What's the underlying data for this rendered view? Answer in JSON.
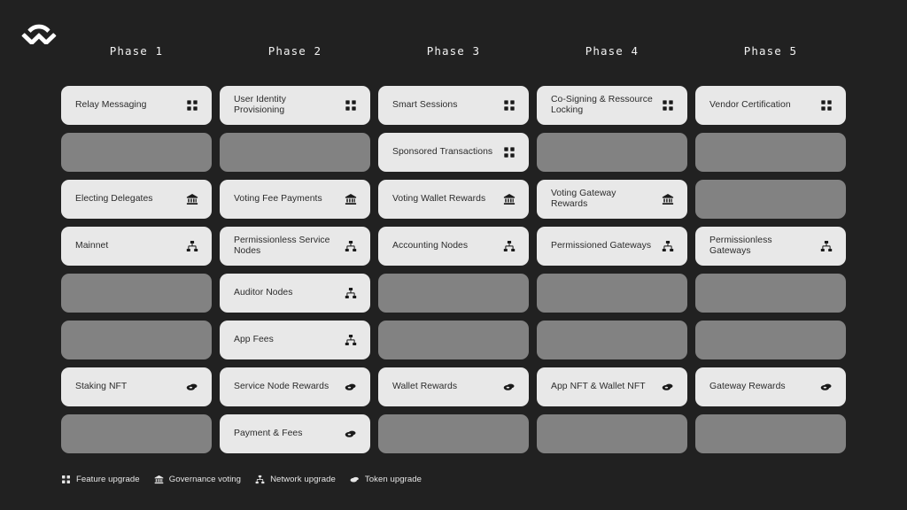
{
  "brand": {
    "logo_icon": "walletconnect-wave-logo"
  },
  "colors": {
    "background": "#212121",
    "card_filled": "#e8e8e8",
    "card_empty": "#828282",
    "card_text": "#2b2b2b",
    "header_text": "#f2f2f2",
    "legend_text": "#e6e6e6"
  },
  "phases": [
    {
      "label": "Phase 1"
    },
    {
      "label": "Phase 2"
    },
    {
      "label": "Phase 3"
    },
    {
      "label": "Phase 4"
    },
    {
      "label": "Phase 5"
    }
  ],
  "legend": [
    {
      "icon": "feature-grid-icon",
      "label": "Feature upgrade",
      "type": "feature"
    },
    {
      "icon": "governance-bank-icon",
      "label": "Governance voting",
      "type": "governance"
    },
    {
      "icon": "network-tree-icon",
      "label": "Network upgrade",
      "type": "network"
    },
    {
      "icon": "token-coins-icon",
      "label": "Token upgrade",
      "type": "token"
    }
  ],
  "grid": {
    "rows": 8,
    "columns": 5,
    "cells": [
      {
        "row": 1,
        "col": 1,
        "label": "Relay Messaging",
        "type": "feature",
        "filled": true
      },
      {
        "row": 1,
        "col": 2,
        "label": "User Identity Provisioning",
        "type": "feature",
        "filled": true
      },
      {
        "row": 1,
        "col": 3,
        "label": "Smart Sessions",
        "type": "feature",
        "filled": true
      },
      {
        "row": 1,
        "col": 4,
        "label": "Co-Signing & Ressource Locking",
        "type": "feature",
        "filled": true
      },
      {
        "row": 1,
        "col": 5,
        "label": "Vendor Certification",
        "type": "feature",
        "filled": true
      },
      {
        "row": 2,
        "col": 1,
        "label": "",
        "type": "",
        "filled": false
      },
      {
        "row": 2,
        "col": 2,
        "label": "",
        "type": "",
        "filled": false
      },
      {
        "row": 2,
        "col": 3,
        "label": "Sponsored Transactions",
        "type": "feature",
        "filled": true
      },
      {
        "row": 2,
        "col": 4,
        "label": "",
        "type": "",
        "filled": false
      },
      {
        "row": 2,
        "col": 5,
        "label": "",
        "type": "",
        "filled": false
      },
      {
        "row": 3,
        "col": 1,
        "label": "Electing Delegates",
        "type": "governance",
        "filled": true
      },
      {
        "row": 3,
        "col": 2,
        "label": "Voting Fee Payments",
        "type": "governance",
        "filled": true
      },
      {
        "row": 3,
        "col": 3,
        "label": "Voting Wallet Rewards",
        "type": "governance",
        "filled": true
      },
      {
        "row": 3,
        "col": 4,
        "label": "Voting Gateway Rewards",
        "type": "governance",
        "filled": true
      },
      {
        "row": 3,
        "col": 5,
        "label": "",
        "type": "",
        "filled": false
      },
      {
        "row": 4,
        "col": 1,
        "label": "Mainnet",
        "type": "network",
        "filled": true
      },
      {
        "row": 4,
        "col": 2,
        "label": "Permissionless Service Nodes",
        "type": "network",
        "filled": true
      },
      {
        "row": 4,
        "col": 3,
        "label": "Accounting Nodes",
        "type": "network",
        "filled": true
      },
      {
        "row": 4,
        "col": 4,
        "label": "Permissioned Gateways",
        "type": "network",
        "filled": true
      },
      {
        "row": 4,
        "col": 5,
        "label": "Permissionless Gateways",
        "type": "network",
        "filled": true
      },
      {
        "row": 5,
        "col": 1,
        "label": "",
        "type": "",
        "filled": false
      },
      {
        "row": 5,
        "col": 2,
        "label": "Auditor Nodes",
        "type": "network",
        "filled": true
      },
      {
        "row": 5,
        "col": 3,
        "label": "",
        "type": "",
        "filled": false
      },
      {
        "row": 5,
        "col": 4,
        "label": "",
        "type": "",
        "filled": false
      },
      {
        "row": 5,
        "col": 5,
        "label": "",
        "type": "",
        "filled": false
      },
      {
        "row": 6,
        "col": 1,
        "label": "",
        "type": "",
        "filled": false
      },
      {
        "row": 6,
        "col": 2,
        "label": "App Fees",
        "type": "network",
        "filled": true
      },
      {
        "row": 6,
        "col": 3,
        "label": "",
        "type": "",
        "filled": false
      },
      {
        "row": 6,
        "col": 4,
        "label": "",
        "type": "",
        "filled": false
      },
      {
        "row": 6,
        "col": 5,
        "label": "",
        "type": "",
        "filled": false
      },
      {
        "row": 7,
        "col": 1,
        "label": "Staking NFT",
        "type": "token",
        "filled": true
      },
      {
        "row": 7,
        "col": 2,
        "label": "Service Node Rewards",
        "type": "token",
        "filled": true
      },
      {
        "row": 7,
        "col": 3,
        "label": "Wallet Rewards",
        "type": "token",
        "filled": true
      },
      {
        "row": 7,
        "col": 4,
        "label": "App NFT & Wallet NFT",
        "type": "token",
        "filled": true
      },
      {
        "row": 7,
        "col": 5,
        "label": "Gateway Rewards",
        "type": "token",
        "filled": true
      },
      {
        "row": 8,
        "col": 1,
        "label": "",
        "type": "",
        "filled": false
      },
      {
        "row": 8,
        "col": 2,
        "label": "Payment & Fees",
        "type": "token",
        "filled": true
      },
      {
        "row": 8,
        "col": 3,
        "label": "",
        "type": "",
        "filled": false
      },
      {
        "row": 8,
        "col": 4,
        "label": "",
        "type": "",
        "filled": false
      },
      {
        "row": 8,
        "col": 5,
        "label": "",
        "type": "",
        "filled": false
      }
    ]
  }
}
